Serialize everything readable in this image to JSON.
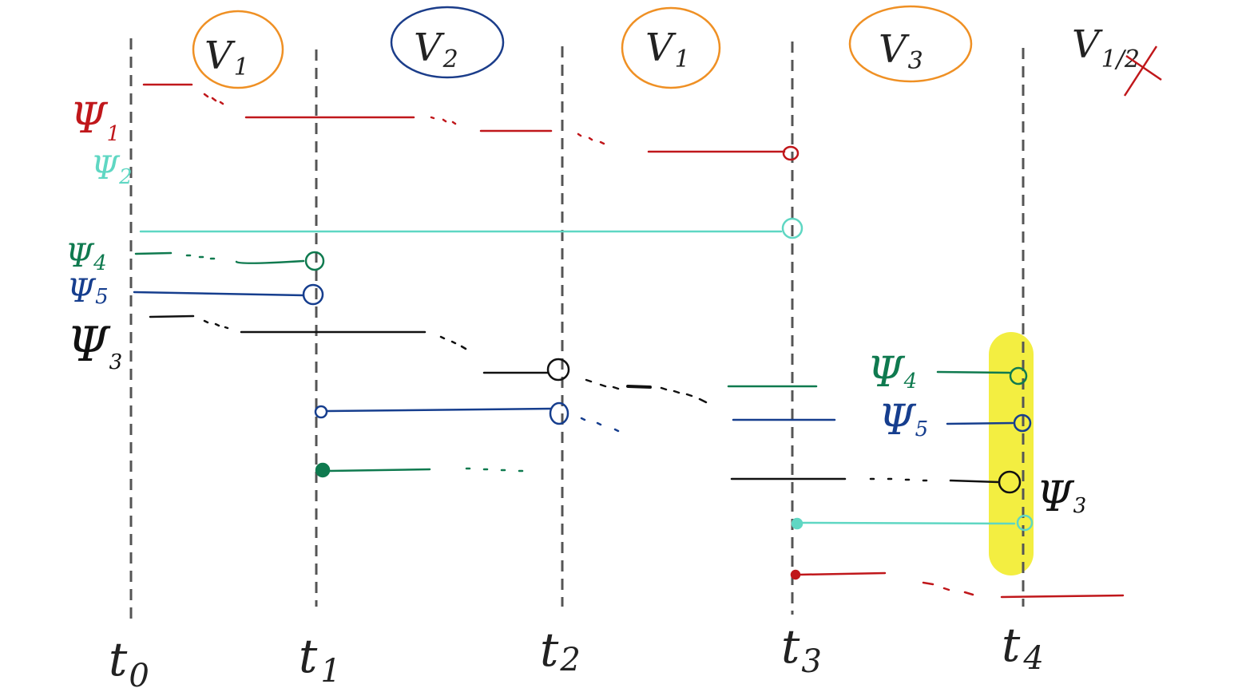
{
  "colors": {
    "psi1": "#c0171b",
    "psi2": "#5fd7c3",
    "psi3": "#111111",
    "psi4": "#0f7a4f",
    "psi5": "#163e8e",
    "dashed": "#555555",
    "vOrange": "#ef9024",
    "vBlue": "#1b3d8a",
    "highlight": "#f2ec2c"
  },
  "time_labels": [
    {
      "base": "t",
      "sub": "0"
    },
    {
      "base": "t",
      "sub": "1"
    },
    {
      "base": "t",
      "sub": "2"
    },
    {
      "base": "t",
      "sub": "3"
    },
    {
      "base": "t",
      "sub": "4"
    }
  ],
  "v_labels": [
    {
      "base": "V",
      "sub": "1",
      "color": "orange"
    },
    {
      "base": "V",
      "sub": "2",
      "color": "blue"
    },
    {
      "base": "V",
      "sub": "1",
      "color": "orange"
    },
    {
      "base": "V",
      "sub": "3",
      "color": "orange"
    }
  ],
  "v_struck": {
    "base": "V",
    "sub": "1/2"
  },
  "psi_labels_left": [
    {
      "base": "Ψ",
      "sub": "1",
      "key": "psi1"
    },
    {
      "base": "Ψ",
      "sub": "2",
      "key": "psi2"
    },
    {
      "base": "Ψ",
      "sub": "4",
      "key": "psi4"
    },
    {
      "base": "Ψ",
      "sub": "5",
      "key": "psi5"
    },
    {
      "base": "Ψ",
      "sub": "3",
      "key": "psi3"
    }
  ],
  "psi_labels_right": [
    {
      "base": "Ψ",
      "sub": "4",
      "key": "psi4"
    },
    {
      "base": "Ψ",
      "sub": "5",
      "key": "psi5"
    },
    {
      "base": "Ψ",
      "sub": "3",
      "key": "psi3"
    }
  ]
}
